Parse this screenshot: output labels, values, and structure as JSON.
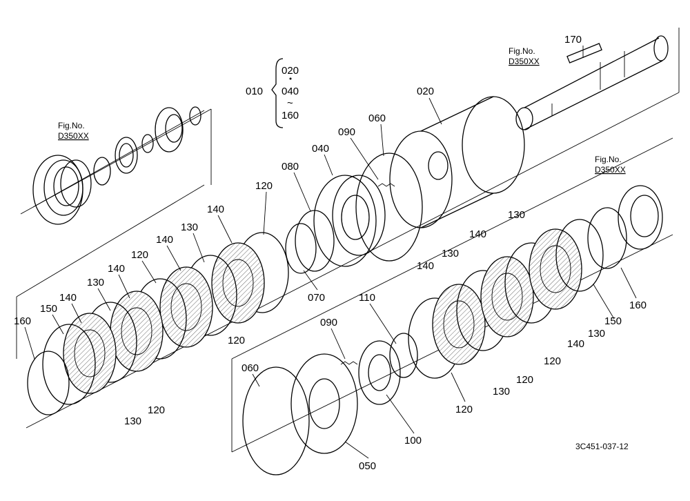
{
  "fig_refs": [
    {
      "line1": "Fig.No.",
      "line2": "D350XX"
    },
    {
      "line1": "Fig.No.",
      "line2": "D350XX"
    },
    {
      "line1": "Fig.No.",
      "line2": "D350XX"
    }
  ],
  "assembly": {
    "code": "010",
    "parts": [
      "020",
      "040",
      "~",
      "160"
    ]
  },
  "drawing_code": "3C451-037-12",
  "callouts": [
    "170",
    "020",
    "060",
    "090",
    "040",
    "080",
    "120",
    "140",
    "130",
    "120",
    "140",
    "120",
    "140",
    "130",
    "140",
    "150",
    "160",
    "070",
    "120",
    "130",
    "110",
    "090",
    "060",
    "050",
    "100",
    "120",
    "130",
    "120",
    "140",
    "130",
    "140",
    "130",
    "120",
    "140",
    "130",
    "150",
    "160"
  ]
}
